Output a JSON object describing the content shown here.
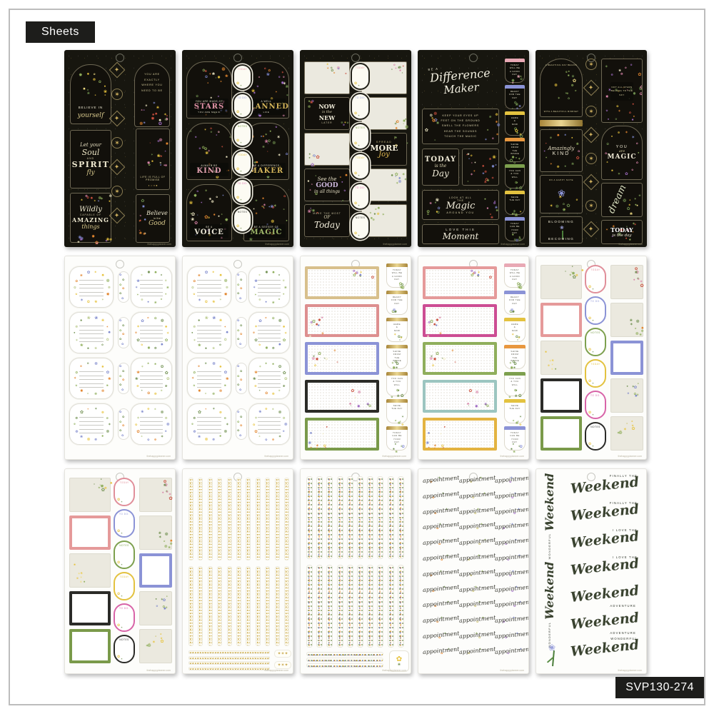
{
  "page": {
    "background": "#ffffff",
    "frame_color": "#bdbdbd"
  },
  "badges": {
    "sheets_label": "Sheets",
    "sku": "SVP130-274"
  },
  "footer_text": "thehappyplanner.com",
  "palette": {
    "gold": "#c9a84c",
    "black_sheet": "#17160f",
    "cream": "#ebe9df",
    "flowers": [
      "#e2862f",
      "#e7c33d",
      "#a06cc4",
      "#7d88cc",
      "#c94f3d",
      "#d883a8",
      "#f3ecc8",
      "#6f8f4f",
      "#8fae5b"
    ]
  },
  "oval_labels": [
    {
      "text": "TODAY",
      "color": "#e08f9a"
    },
    {
      "text": "TO DO:",
      "color": "#8b93d6"
    },
    {
      "text": "NOTES",
      "color": "#7da04e"
    },
    {
      "text": "TODAY",
      "color": "#e3c23f"
    },
    {
      "text": "TO DO:",
      "color": "#d864a8"
    },
    {
      "text": "NOTES",
      "color": "#2b2b28"
    }
  ],
  "tabs": [
    {
      "lines": [
        "TODAY",
        "WILL BE",
        "A GOOD",
        "DAY"
      ],
      "color": "#e8a8b4"
    },
    {
      "lines": [
        "READY",
        "FOR THE",
        "DAY"
      ],
      "color": "#8b93d6"
    },
    {
      "lines": [
        "HERE",
        "&",
        "NOW"
      ],
      "color": "#e3c23f"
    },
    {
      "lines": [
        "SHINE",
        "FROM",
        "THE",
        "INSIDE"
      ],
      "color": "#e8973f"
    },
    {
      "lines": [
        "YOU CAN",
        "& YOU",
        "WILL"
      ],
      "color": "#7da04e"
    },
    {
      "lines": [
        "SEIZE",
        "THE DAY"
      ],
      "color": "#e3c23f"
    },
    {
      "lines": [
        "TODAY",
        "CAN BE",
        "YOUR",
        "DAY"
      ],
      "color": "#8b93d6"
    }
  ],
  "sheets": [
    {
      "kind": "blackStars",
      "quotes": {
        "believe": [
          "BELIEVE IN",
          "yourself"
        ],
        "exactly": "YOU ARE EXACTLY WHERE YOU NEED TO BE",
        "spirit": [
          "Let your",
          "Soul",
          "AND",
          "SPIRIT",
          "fly"
        ],
        "promise": "LIFE IS FULL OF PROMISE",
        "amazing": [
          "Wildly",
          "CAPABLE OF",
          "AMAZING",
          "things"
        ],
        "good": [
          "Believe",
          "in the",
          "Good"
        ]
      }
    },
    {
      "kind": "archFlorals",
      "quotes": [
        {
          "pre": "YOU ARE MADE OF",
          "big": "STARS",
          "post": "YOU ARE MAGIC",
          "color": "#dc8fa4"
        },
        {
          "pre": "A WELL",
          "big": "PLANNED",
          "post": "LIFE",
          "color": "#d4b45a"
        },
        {
          "pre": "ALWAYS BE",
          "big": "KIND",
          "post": "",
          "color": "#e3a1b0"
        },
        {
          "pre": "BE A DIFFERENCE",
          "big": "MAKER",
          "post": "",
          "color": "#d4b45a"
        },
        {
          "pre": "BE A",
          "big": "VOICE",
          "post": "",
          "color": "#ece8d8"
        },
        {
          "pre": "BE A SEEKER OF",
          "big": "MAGIC",
          "post": "",
          "color": "#9fb86a"
        }
      ]
    },
    {
      "kind": "blackSquares",
      "quotes": {
        "now": [
          "NOW",
          "is the",
          "NEW",
          "LATER"
        ],
        "joy": [
          "SPREAD",
          "MORE",
          "Joy"
        ],
        "good": [
          "See the",
          "GOOD",
          "in all things"
        ],
        "today": [
          "MAKE THE MOST",
          "OF",
          "Today"
        ]
      }
    },
    {
      "kind": "blackBanners",
      "title": [
        "BE A",
        "Difference",
        "Maker"
      ],
      "mantra": [
        "KEEP YOUR EYES UP",
        "FEET ON THE GROUND",
        "SMELL THE FLOWERS",
        "HEAR THE SOUNDS",
        "TOUCH THE MAGIC"
      ],
      "today": [
        "TODAY",
        "is the",
        "Day"
      ],
      "magic": [
        "LOOK AT ALL",
        "THE",
        "Magic",
        "AROUND YOU"
      ],
      "moment": [
        "LOVE THIS",
        "Moment"
      ]
    },
    {
      "kind": "blackMixed",
      "arch_top": "A BEAUTIFUL DAY BEGINS",
      "arch_bottom": "WITH A BEAUTIFUL MINDSET",
      "wreath": [
        "Amazingly",
        "KIND"
      ],
      "happy": "ON A HAPPY NOTE",
      "bloom": [
        "BLOOMING",
        "BECOMING"
      ],
      "stars": "NOT ALL STARS BELONG TO THE SKY",
      "magic": [
        "YOU",
        "are",
        "MAGIC"
      ],
      "dream": "dream",
      "today": [
        "TODAY",
        "is the day"
      ]
    },
    {
      "kind": "wreathLabels"
    },
    {
      "kind": "wreathLabels"
    },
    {
      "kind": "framedLabels",
      "frames": [
        "#d8c08c",
        "#dd8f8f",
        "#8b93d6",
        "#2b2b26",
        "#7a9a4a"
      ],
      "tab_style": "gold"
    },
    {
      "kind": "framedLabels",
      "frames": [
        "#e59a9a",
        "#cc4d93",
        "#8fae5b",
        "#9cc5c0",
        "#e3b341"
      ],
      "tab_style": "color"
    },
    {
      "kind": "squareOvals"
    },
    {
      "kind": "squareOvals"
    },
    {
      "kind": "goldStrips"
    },
    {
      "kind": "floralStrips"
    },
    {
      "kind": "appointments",
      "word": "appointment"
    },
    {
      "kind": "weekend",
      "word": "Weekend",
      "vertical_pre": "WONDERFUL",
      "rows": [
        {
          "pre": "FINALLY THE"
        },
        {
          "pre": "FINALLY THE"
        },
        {
          "pre": "I LOVE THE"
        },
        {
          "pre": "I LOVE THE"
        },
        {
          "post": "ADVENTURE"
        },
        {
          "post": "ADVENTURE"
        },
        {
          "pre": "WONDERFUL"
        }
      ]
    }
  ]
}
